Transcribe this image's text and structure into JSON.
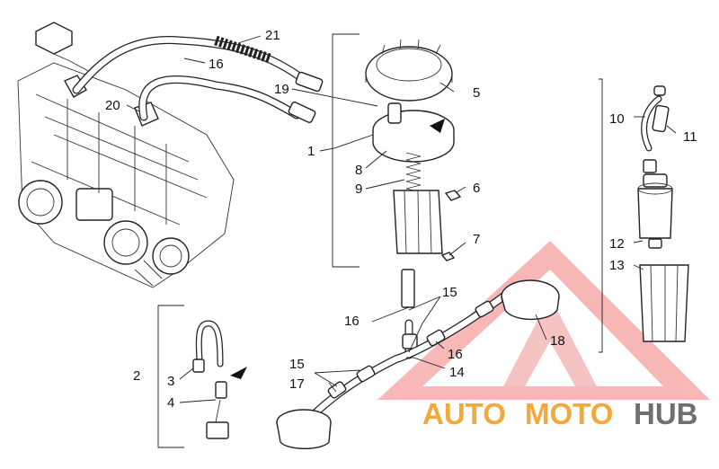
{
  "callouts": [
    "1",
    "2",
    "3",
    "4",
    "5",
    "6",
    "7",
    "8",
    "9",
    "10",
    "11",
    "12",
    "13",
    "14",
    "15",
    "16",
    "17",
    "18",
    "19",
    "20",
    "21"
  ],
  "watermark": {
    "word_auto": "AUTO",
    "word_moto": "MOTO",
    "word_hub": "HUB",
    "color_red": "#e94a4a",
    "color_orange": "#f2a93b",
    "color_gray": "#6f6f6f"
  },
  "colors": {
    "line": "#222222",
    "background": "#ffffff"
  }
}
